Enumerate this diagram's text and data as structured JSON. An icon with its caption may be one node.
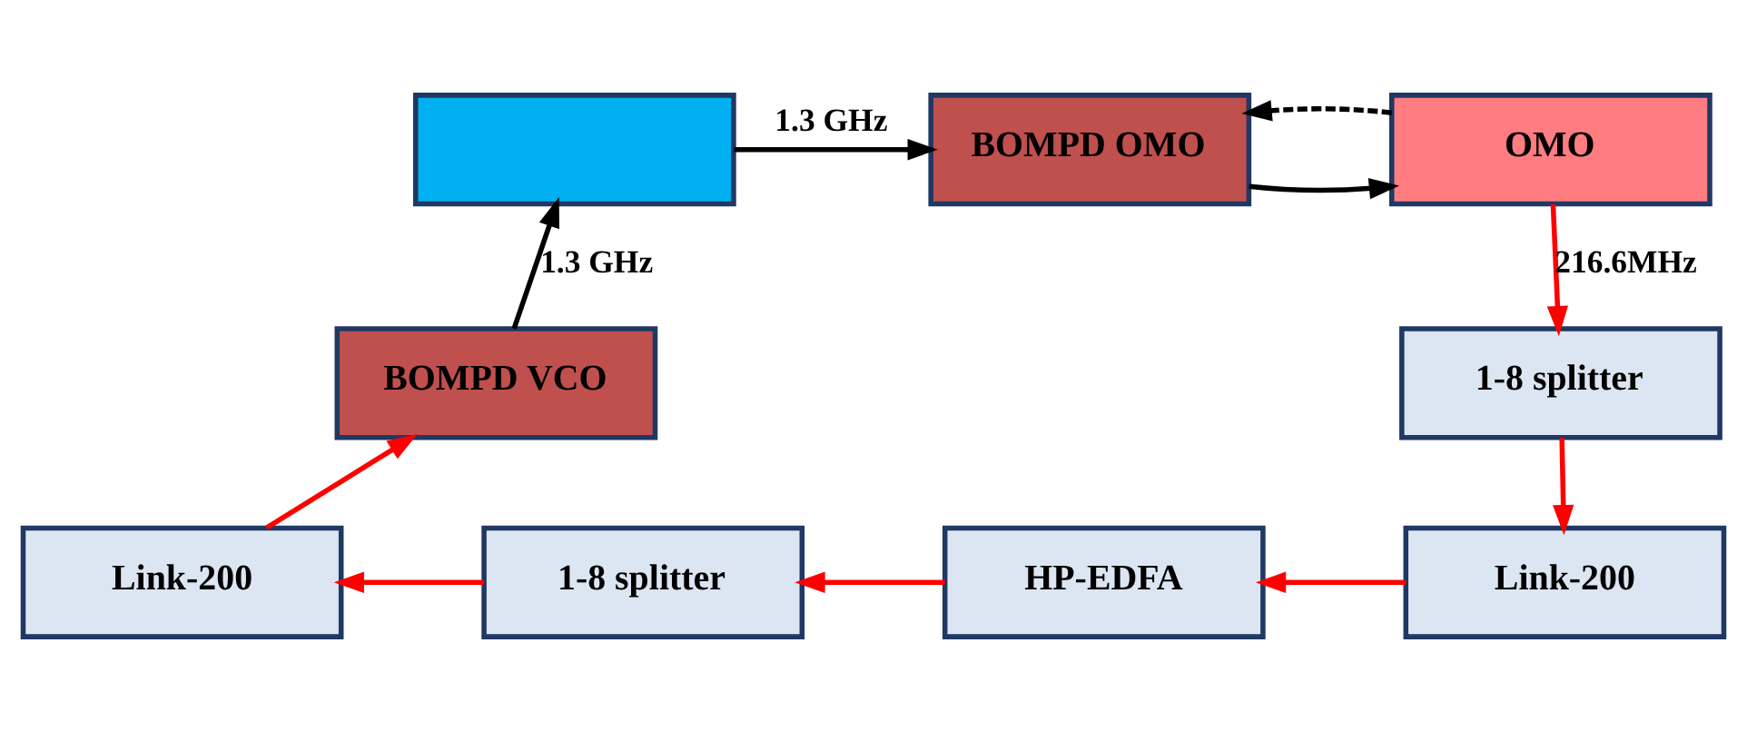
{
  "diagram": {
    "nodes": [
      {
        "text": [],
        "shape": "box"
      },
      {
        "text": [
          "BOMPD OMO"
        ]
      },
      {
        "text": [
          "OMO"
        ]
      },
      {
        "text": [
          "BOMPD VCO"
        ]
      },
      {
        "text": [
          "1-8 splitter"
        ]
      },
      {
        "text": [
          "Link-200"
        ]
      },
      {
        "text": [
          "1-8 splitter"
        ]
      },
      {
        "text": [
          "HP-EDFA"
        ]
      },
      {
        "text": [
          "Link-200"
        ]
      }
    ],
    "edges": [
      {
        "from": 0,
        "to": 1,
        "arrow": "to",
        "label": "1.3 GHz",
        "color": "#000000"
      },
      {
        "from": 1,
        "to": 2,
        "arrow": "to",
        "color": "#000000"
      },
      {
        "from": 2,
        "to": 1,
        "arrow": "to",
        "style": "dashed",
        "color": "#000000"
      },
      {
        "from": 2,
        "to": 4,
        "arrow": "to",
        "label": "216.6MHz"
      },
      {
        "from": 4,
        "to": 8,
        "arrow": "to"
      },
      {
        "from": 8,
        "to": 7,
        "arrow": "to"
      },
      {
        "from": 7,
        "to": 6,
        "arrow": "to"
      },
      {
        "from": 6,
        "to": 5,
        "arrow": "to"
      },
      {
        "from": 5,
        "to": 3,
        "arrow": "to"
      },
      {
        "from": 3,
        "to": 0,
        "arrow": "to",
        "label": "1.3 GHz",
        "color": "#000000"
      }
    ]
  }
}
